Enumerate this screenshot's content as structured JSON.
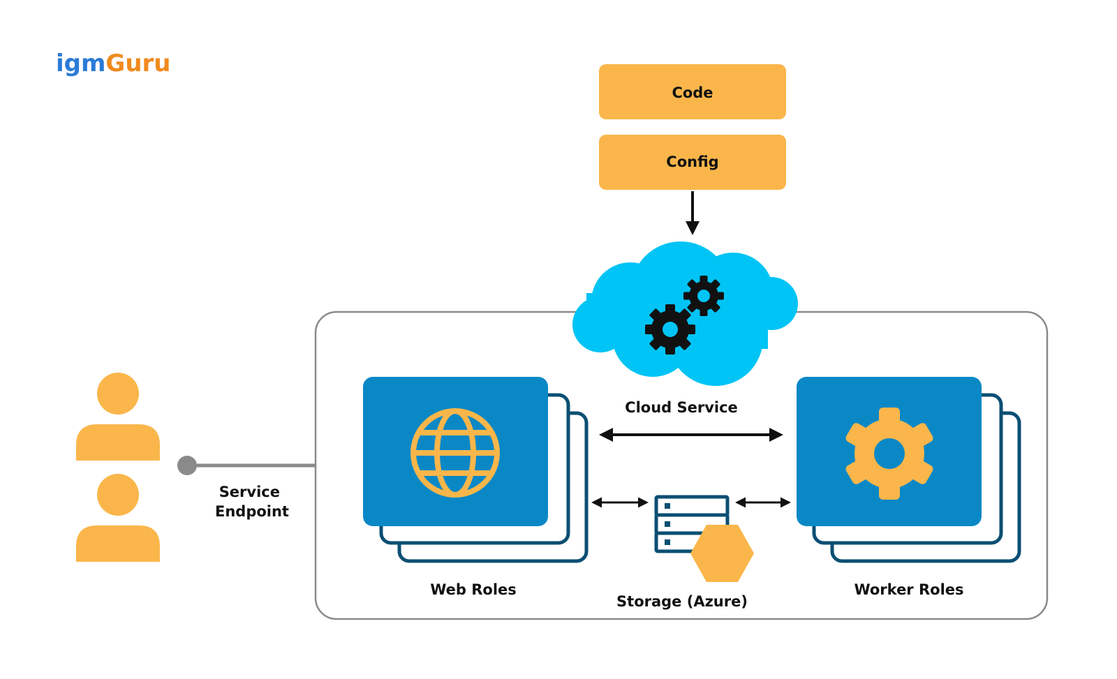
{
  "logo": {
    "part1": "igm",
    "part2": "Guru"
  },
  "inputs": {
    "code": "Code",
    "config": "Config"
  },
  "cloud": {
    "label": "Cloud Service"
  },
  "endpoint": {
    "line1": "Service",
    "line2": "Endpoint"
  },
  "web_roles": {
    "label": "Web Roles"
  },
  "worker_roles": {
    "label": "Worker Roles"
  },
  "storage": {
    "label": "Storage (Azure)"
  },
  "colors": {
    "orange": "#FAB64A",
    "role_blue": "#0A88C6",
    "role_outline": "#0B4F73",
    "cloud_blue": "#00C4F5",
    "logo_blue": "#2B7BD6",
    "logo_orange": "#F08A1E",
    "container_border": "#8A8A8A"
  },
  "icons": [
    "user-icon",
    "globe-icon",
    "gear-icon",
    "gears-icon",
    "server-icon",
    "hexagon-icon"
  ]
}
